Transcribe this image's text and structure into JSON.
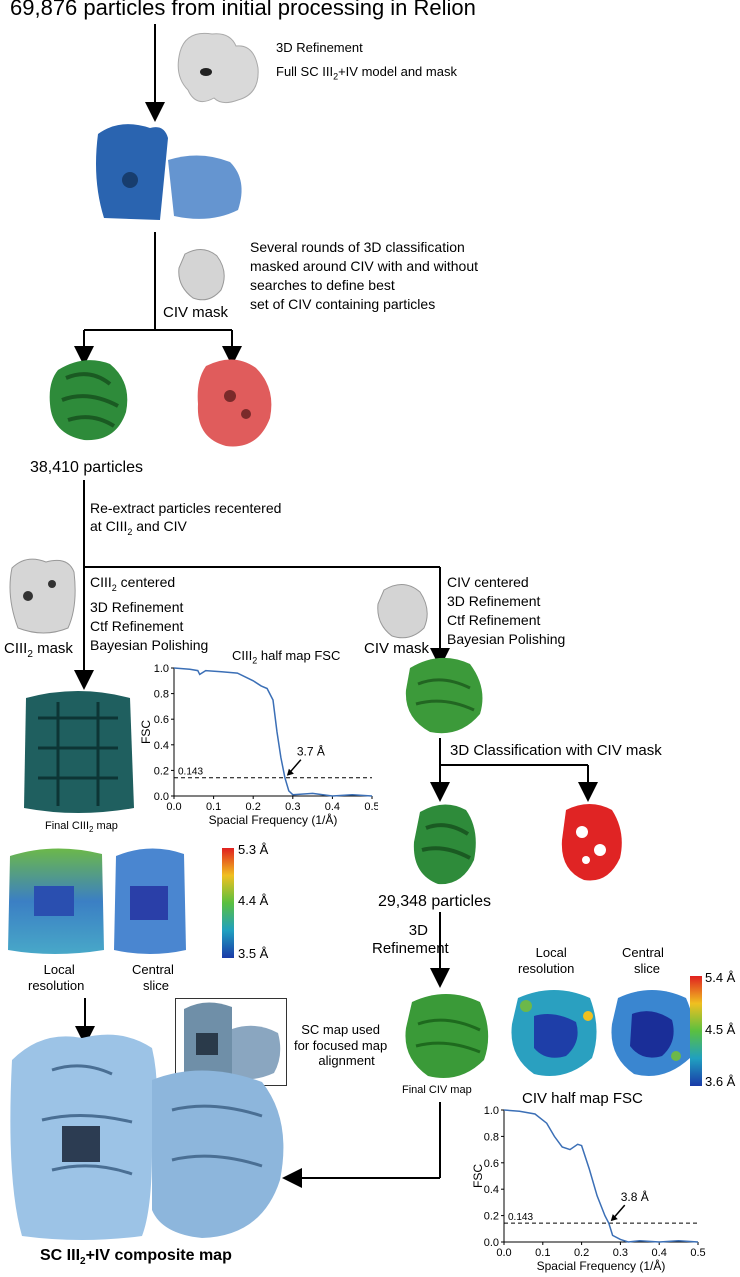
{
  "header": "69,876 particles from initial processing in Relion",
  "step1": {
    "label": "3D Refinement",
    "model": "Full SC III",
    "sub": "2",
    "model_rest": "+IV model and mask"
  },
  "step2": {
    "lines": [
      "Several rounds of 3D classification",
      "masked around CIV with and without",
      "searches to define best",
      "set of CIV containing particles"
    ],
    "mask_label": "CIV mask"
  },
  "count1": "38,410 particles",
  "reextract": {
    "line1": "Re-extract particles recentered",
    "line2_a": "at CIII",
    "line2_sub": "2",
    "line2_b": " and CIV"
  },
  "left_branch": {
    "l1_a": "CIII",
    "l1_sub": "2",
    "l1_b": " centered",
    "l2": "3D Refinement",
    "l3": "Ctf Refinement",
    "l4": "Bayesian Polishing",
    "mask_a": "CIII",
    "mask_sub": "2",
    "mask_b": " mask"
  },
  "right_branch": {
    "l1": "CIV centered",
    "l2": "3D Refinement",
    "l3": "Ctf Refinement",
    "l4": "Bayesian Polishing",
    "mask": "CIV mask"
  },
  "fsc1": {
    "title_a": "CIII",
    "title_sub": "2",
    "title_b": " half map FSC",
    "ylabel": "FSC",
    "xlabel": "Spacial Frequency (1/Å)",
    "threshold_label": "0.143",
    "resolution": "3.7 Å",
    "xticks": [
      "0.0",
      "0.1",
      "0.2",
      "0.3",
      "0.4",
      "0.5"
    ],
    "yticks": [
      "0.0",
      "0.2",
      "0.4",
      "0.6",
      "0.8",
      "1.0"
    ]
  },
  "final_ciii": {
    "a": "Final CIII",
    "sub": "2",
    "b": " map"
  },
  "classification2": "3D Classification with CIV mask",
  "count2": "29,348 particles",
  "refine3": [
    "3D",
    "Refinement"
  ],
  "left_local": {
    "local": [
      "Local",
      "resolution"
    ],
    "central": [
      "Central",
      "slice"
    ],
    "scale": [
      "5.3 Å",
      "4.4 Å",
      "3.5 Å"
    ]
  },
  "right_local": {
    "local": [
      "Local",
      "resolution"
    ],
    "central": [
      "Central",
      "slice"
    ],
    "scale": [
      "5.4 Å",
      "4.5 Å",
      "3.6 Å"
    ],
    "final": "Final CIV map"
  },
  "sc_box": [
    "SC map used",
    "for focused map",
    "alignment"
  ],
  "fsc2": {
    "title": "CIV half map FSC",
    "ylabel": "FSC",
    "xlabel": "Spacial Frequency (1/Å)",
    "threshold_label": "0.143",
    "resolution": "3.8 Å",
    "xticks": [
      "0.0",
      "0.1",
      "0.2",
      "0.3",
      "0.4",
      "0.5"
    ],
    "yticks": [
      "0.0",
      "0.2",
      "0.4",
      "0.6",
      "0.8",
      "1.0"
    ]
  },
  "composite": {
    "a": "SC III",
    "sub": "2",
    "b": "+IV composite map"
  },
  "colors": {
    "blue_map": "#2a64b0",
    "green_map": "#2e8b3a",
    "red_map": "#e05c5c",
    "teal_map": "#1f5f5f",
    "composite": "#9cc3e6",
    "fsc_line": "#3b6fb6"
  },
  "chart_data": [
    {
      "type": "line",
      "title": "CIII2 half map FSC",
      "xlabel": "Spacial Frequency (1/Å)",
      "ylabel": "FSC",
      "xlim": [
        0,
        0.5
      ],
      "ylim": [
        0,
        1.0
      ],
      "x": [
        0,
        0.04,
        0.06,
        0.065,
        0.08,
        0.12,
        0.16,
        0.2,
        0.22,
        0.235,
        0.25,
        0.26,
        0.27,
        0.28,
        0.29,
        0.3,
        0.35,
        0.4,
        0.45,
        0.5
      ],
      "y": [
        1.0,
        0.99,
        0.98,
        0.95,
        0.98,
        0.97,
        0.96,
        0.9,
        0.86,
        0.84,
        0.75,
        0.5,
        0.3,
        0.143,
        0.04,
        0.01,
        0.02,
        0.0,
        0.01,
        0.0
      ],
      "threshold": 0.143,
      "annotation": "3.7 Å"
    },
    {
      "type": "line",
      "title": "CIV half map FSC",
      "xlabel": "Spacial Frequency (1/Å)",
      "ylabel": "FSC",
      "xlim": [
        0,
        0.5
      ],
      "ylim": [
        0,
        1.0
      ],
      "x": [
        0,
        0.04,
        0.08,
        0.11,
        0.13,
        0.15,
        0.17,
        0.19,
        0.2,
        0.22,
        0.24,
        0.26,
        0.27,
        0.28,
        0.3,
        0.32,
        0.35,
        0.4,
        0.45,
        0.5
      ],
      "y": [
        1.0,
        0.99,
        0.97,
        0.9,
        0.8,
        0.72,
        0.7,
        0.74,
        0.73,
        0.55,
        0.35,
        0.2,
        0.143,
        0.05,
        0.02,
        0.0,
        0.01,
        0.0,
        0.01,
        0.0
      ],
      "threshold": 0.143,
      "annotation": "3.8 Å"
    }
  ]
}
